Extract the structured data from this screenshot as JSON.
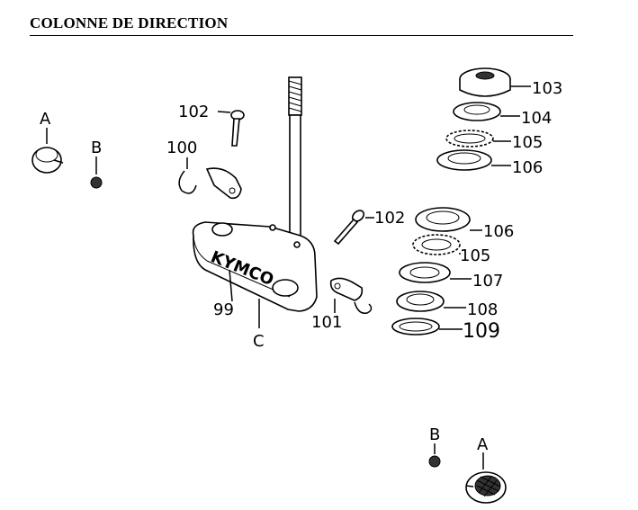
{
  "title": "COLONNE DE DIRECTION",
  "brand_mark": "KYMCO",
  "labels": {
    "a_left": "A",
    "b_left": "B",
    "a_right": "A",
    "b_right": "B",
    "c": "C",
    "p99": "99",
    "p100": "100",
    "p101": "101",
    "p102_top": "102",
    "p102_mid": "102",
    "p103": "103",
    "p104": "104",
    "p105_top": "105",
    "p106_top": "106",
    "p106_mid": "106",
    "p105_mid": "105",
    "p107": "107",
    "p108": "108",
    "p109": "109"
  }
}
